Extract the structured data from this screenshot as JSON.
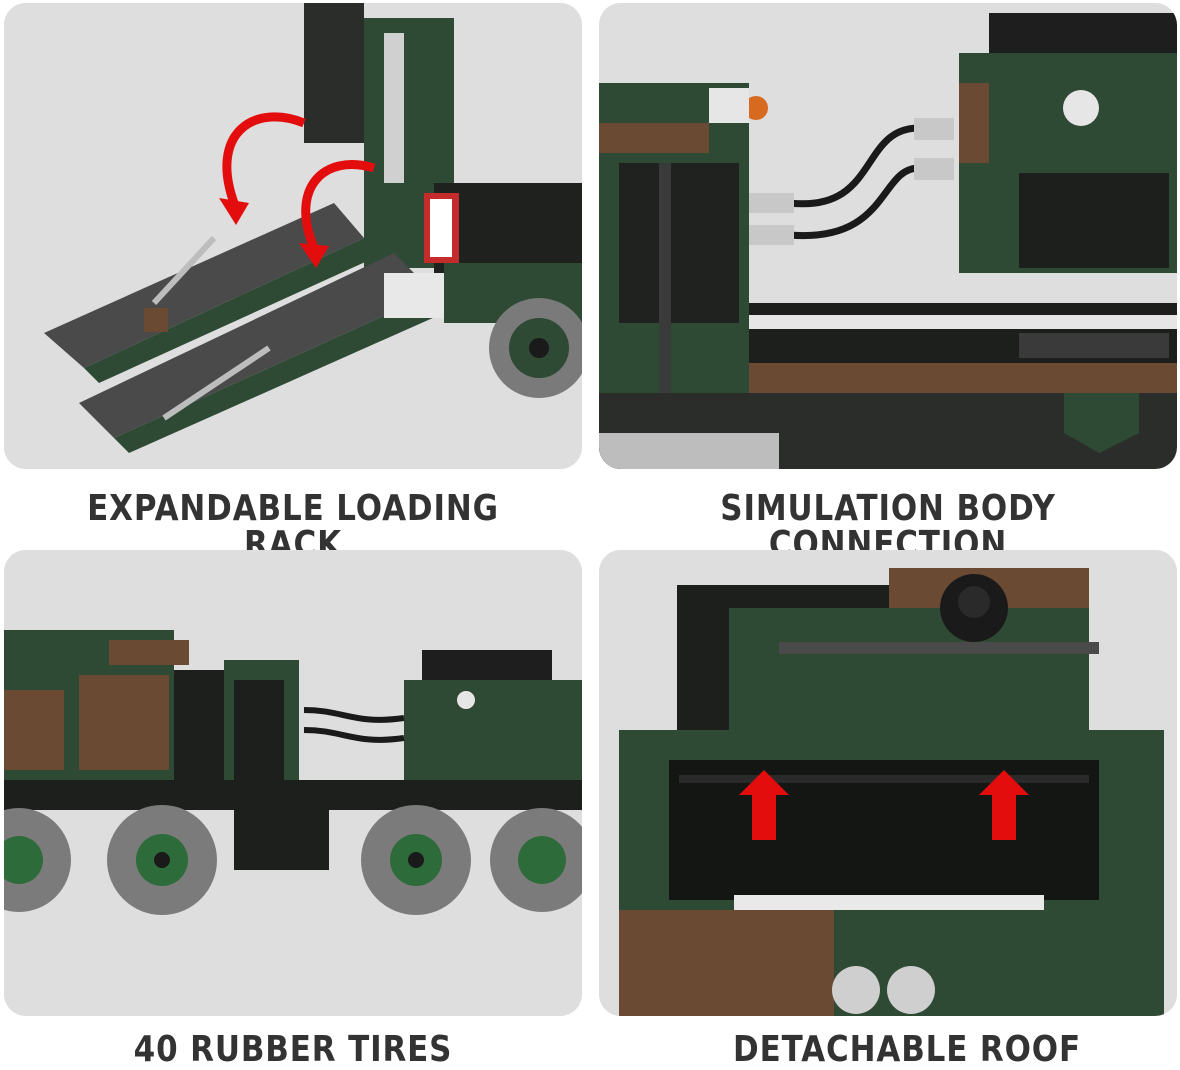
{
  "panels": [
    {
      "caption": "EXPANDABLE LOADING RACK"
    },
    {
      "caption": "SIMULATION BODY CONNECTION"
    },
    {
      "caption": "40 RUBBER TIRES"
    },
    {
      "caption": "DETACHABLE ROOF"
    }
  ],
  "colors": {
    "panel_bg": "#dcdcdc",
    "brick_green": "#2f4f35",
    "brick_dark": "#222522",
    "brick_brown": "#6b4a33",
    "arrow_red": "#e30d0d",
    "caption_text": "#333333"
  }
}
